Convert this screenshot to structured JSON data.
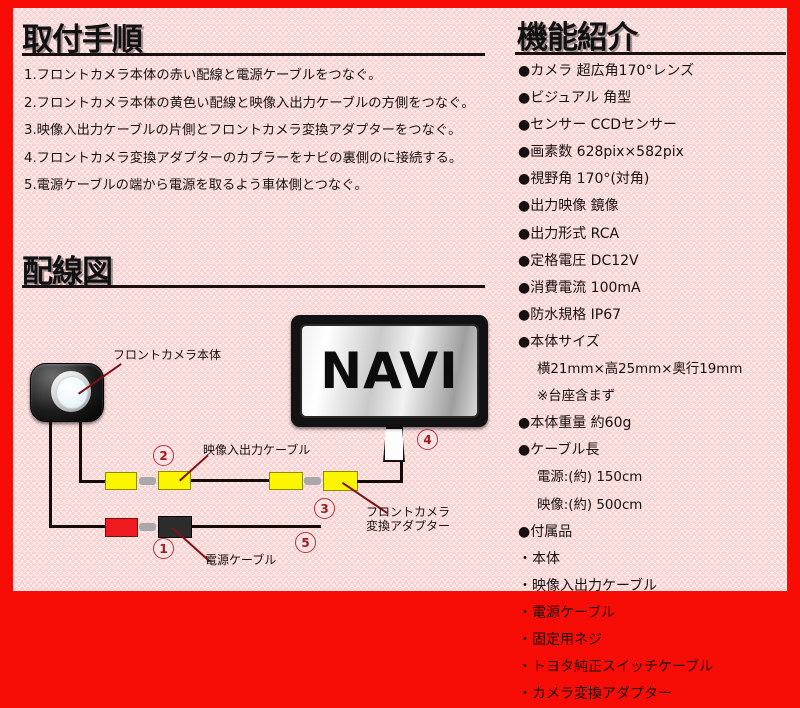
{
  "colors": {
    "frame_red": "#f80d06",
    "panel_pink": "#f9d2d2",
    "text_black": "#171010",
    "marker_red": "#9e1b24",
    "connector_yellow": "#fbf500",
    "connector_red": "#ef1a20",
    "connector_black": "#2c2c2c"
  },
  "left_panel": {
    "title": "取付手順",
    "steps": [
      "1.フロントカメラ本体の赤い配線と電源ケーブルをつなぐ。",
      "2.フロントカメラ本体の黄色い配線と映像入出力ケーブルの方側をつなぐ。",
      "3.映像入出力ケーブルの片側とフロントカメラ変換アダプターをつなぐ。",
      "4.フロントカメラ変換アダプターのカプラーをナビの裏側のに接続する。",
      "5.電源ケーブルの端から電源を取るよう車体側とつなぐ。"
    ]
  },
  "right_panel": {
    "title": "機能紹介",
    "features": [
      {
        "text": "●カメラ 超広角170°レンズ",
        "indent": false
      },
      {
        "text": "●ビジュアル 角型",
        "indent": false
      },
      {
        "text": "●センサー CCDセンサー",
        "indent": false
      },
      {
        "text": "●画素数 628pix×582pix",
        "indent": false
      },
      {
        "text": "●視野角  170°(対角)",
        "indent": false
      },
      {
        "text": "●出力映像 鏡像",
        "indent": false
      },
      {
        "text": "●出力形式 RCA",
        "indent": false
      },
      {
        "text": "●定格電圧 DC12V",
        "indent": false
      },
      {
        "text": "●消費電流 100mA",
        "indent": false
      },
      {
        "text": "●防水規格 IP67",
        "indent": false
      },
      {
        "text": "●本体サイズ",
        "indent": false
      },
      {
        "text": "横21mm×高25mm×奥行19mm",
        "indent": true
      },
      {
        "text": "※台座含まず",
        "indent": true
      },
      {
        "text": "●本体重量 約60g",
        "indent": false
      },
      {
        "text": "●ケーブル長",
        "indent": false
      },
      {
        "text": "電源:(約) 150cm",
        "indent": true
      },
      {
        "text": "映像:(約) 500cm",
        "indent": true
      },
      {
        "text": "●付属品",
        "indent": false
      },
      {
        "text": "・本体",
        "indent": false
      },
      {
        "text": "・映像入出力ケーブル",
        "indent": false
      },
      {
        "text": "・電源ケーブル",
        "indent": false
      },
      {
        "text": "・固定用ネジ",
        "indent": false
      },
      {
        "text": "・トヨタ純正スイッチケーブル",
        "indent": false
      },
      {
        "text": "・カメラ変換アダプター",
        "indent": false
      }
    ]
  },
  "diagram": {
    "title": "配線図",
    "navi_label": "NAVI",
    "callouts": {
      "camera": "フロントカメラ本体",
      "av_cable": "映像入出力ケーブル",
      "power_cable": "電源ケーブル",
      "adapter_line1": "フロントカメラ",
      "adapter_line2": "変換アダプター"
    },
    "markers": [
      {
        "id": "1",
        "label": "①"
      },
      {
        "id": "2",
        "label": "②"
      },
      {
        "id": "3",
        "label": "③"
      },
      {
        "id": "4",
        "label": "④"
      },
      {
        "id": "5",
        "label": "⑤"
      }
    ],
    "marker_values": {
      "m1": "1",
      "m2": "2",
      "m3": "3",
      "m4": "4",
      "m5": "5"
    }
  }
}
